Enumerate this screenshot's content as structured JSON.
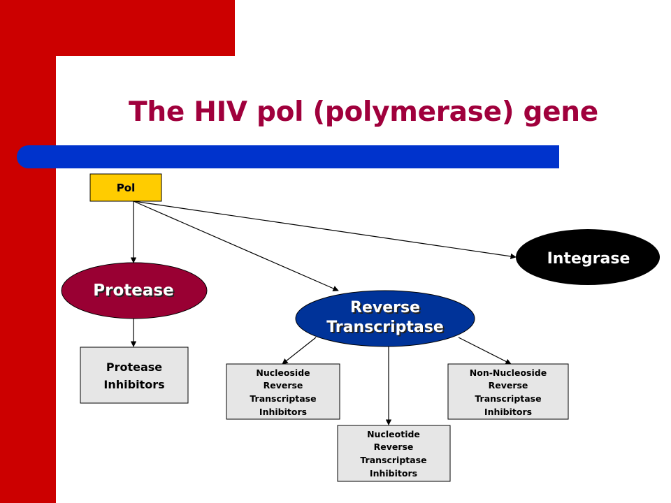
{
  "slide": {
    "title": "The HIV pol (polymerase) gene",
    "colors": {
      "side_bar": "#cc0000",
      "title": "#a0003c",
      "title_rule": "#0033cc",
      "pol_box": "#ffcc00",
      "protease": "#990033",
      "reverse_transcriptase": "#003399",
      "integrase": "#000000",
      "inhibitor_box": "#e6e6e6"
    }
  },
  "diagram": {
    "pol": {
      "label": "Pol"
    },
    "protease": {
      "label": "Protease"
    },
    "reverse_transcriptase": {
      "line1": "Reverse",
      "line2": "Transcriptase"
    },
    "integrase": {
      "label": "Integrase"
    },
    "protease_inhibitors": {
      "line1": "Protease",
      "line2": "Inhibitors"
    },
    "nrti": {
      "line1": "Nucleoside",
      "line2": "Reverse",
      "line3": "Transcriptase",
      "line4": "Inhibitors"
    },
    "ntrti": {
      "line1": "Nucleotide",
      "line2": "Reverse",
      "line3": "Transcriptase",
      "line4": "Inhibitors"
    },
    "nnrti": {
      "line1": "Non-Nucleoside",
      "line2": "Reverse",
      "line3": "Transcriptase",
      "line4": "Inhibitors"
    }
  }
}
